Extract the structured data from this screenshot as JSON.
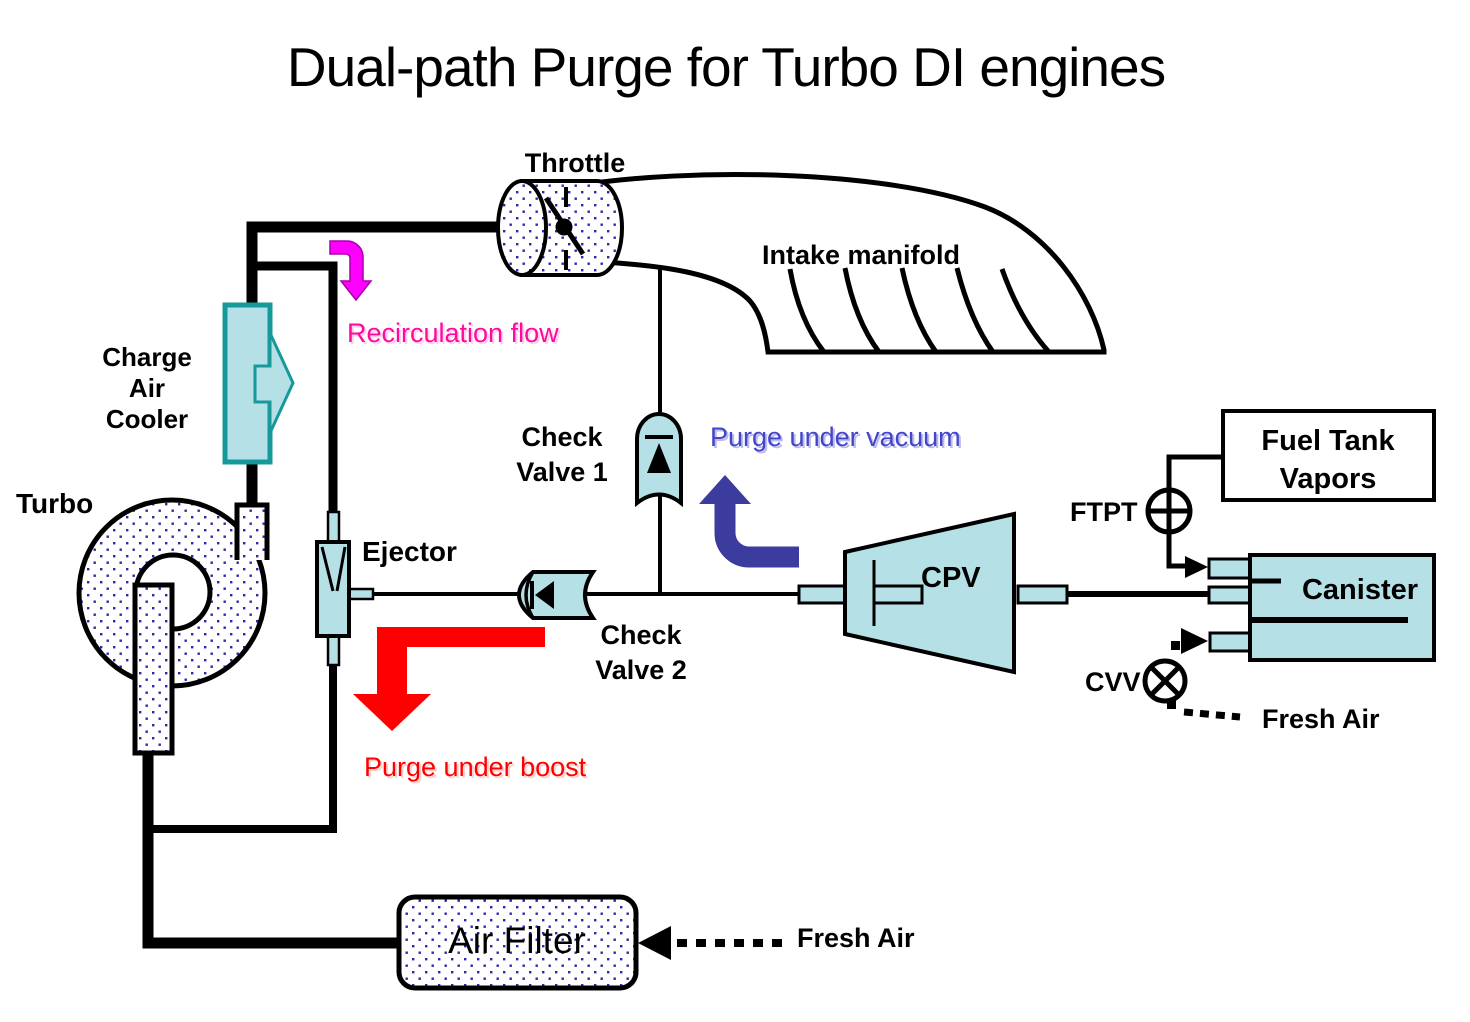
{
  "diagram": {
    "title": "Dual-path Purge for Turbo DI engines",
    "labels": {
      "throttle": "Throttle",
      "intake_manifold": "Intake manifold",
      "charge_air_cooler": [
        "Charge",
        "Air",
        "Cooler"
      ],
      "turbo": "Turbo",
      "ejector": "Ejector",
      "check_valve_1": [
        "Check",
        "Valve 1"
      ],
      "check_valve_2": [
        "Check",
        "Valve 2"
      ],
      "cpv": "CPV",
      "ftpt": "FTPT",
      "cvv": "CVV",
      "fuel_tank_vapors": [
        "Fuel Tank",
        "Vapors"
      ],
      "canister": "Canister",
      "air_filter": "Air Filter",
      "fresh_air_right": "Fresh Air",
      "fresh_air_bottom": "Fresh Air"
    },
    "flow_annotations": {
      "recirculation": {
        "text": "Recirculation flow",
        "color": "#ff0a9e"
      },
      "vacuum": {
        "text": "Purge under vacuum",
        "color": "#4545cb"
      },
      "boost": {
        "text": "Purge under boost",
        "color": "#fe0000"
      }
    },
    "colors": {
      "component_fill": "#b5e1e6",
      "cooler_stroke": "#17989b",
      "recirc_arrow_fill": "#ff00ff",
      "vacuum_arrow": "#3c3c9f",
      "boost_arrow": "#fe0000",
      "dot_pattern": "#2a2aa8",
      "line": "#000000"
    }
  }
}
